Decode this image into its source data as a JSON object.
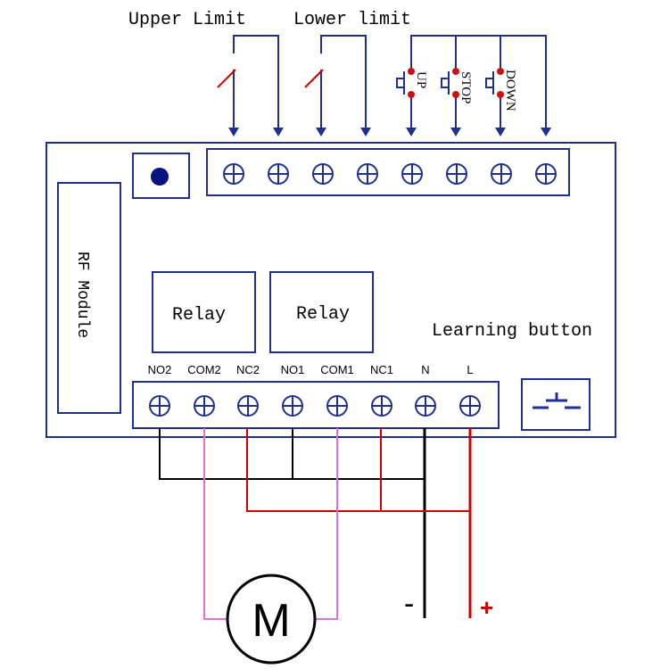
{
  "labels": {
    "upper_limit": "Upper Limit",
    "lower_limit": "Lower limit",
    "up": "UP",
    "stop": "STOP",
    "down": "DOWN",
    "rf_module": "RF Module",
    "relay1": "Relay",
    "relay2": "Relay",
    "learning_button": "Learning button",
    "motor": "M",
    "minus": "-",
    "plus": "+"
  },
  "bottom_terminals": [
    "NO2",
    "COM2",
    "NC2",
    "NO1",
    "COM1",
    "NC1",
    "N",
    "L"
  ],
  "colors": {
    "board": "#1f2f8f",
    "black_wire": "#000000",
    "red_wire": "#cc0000",
    "pink_wire": "#e070e0",
    "button_dot": "#d01010",
    "led": "#0a1280"
  }
}
